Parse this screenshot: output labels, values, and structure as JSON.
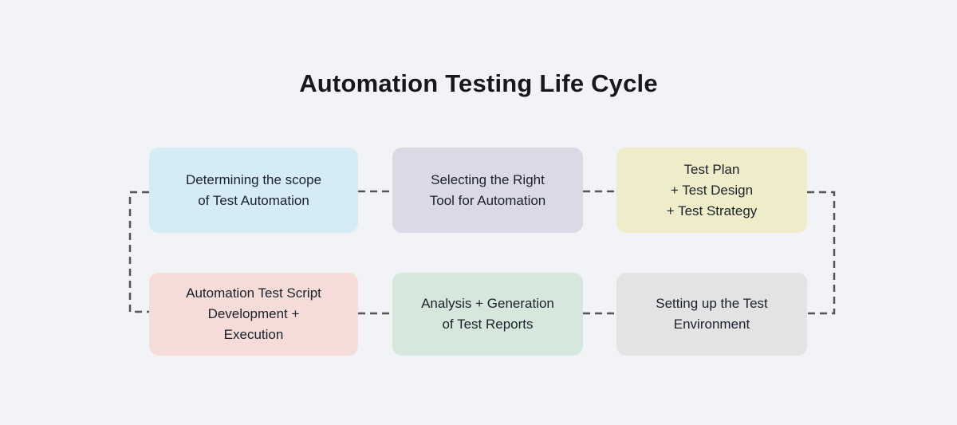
{
  "title": "Automation Testing Life Cycle",
  "colors": {
    "background": "#f2f3f6",
    "connector": "#545454",
    "title_text": "#16181d",
    "step_text": "#1a212b"
  },
  "steps": [
    {
      "id": "determining-scope",
      "lines": [
        "Determining the scope",
        "of Test Automation"
      ],
      "color": "#d6ecf5"
    },
    {
      "id": "selecting-tool",
      "lines": [
        "Selecting the Right",
        "Tool for Automation"
      ],
      "color": "#dcd9e6"
    },
    {
      "id": "plan-design-strategy",
      "lines": [
        "Test Plan",
        "+ Test Design",
        "+ Test Strategy"
      ],
      "color": "#efecca"
    },
    {
      "id": "script-development-execution",
      "lines": [
        "Automation Test Script",
        "Development +",
        "Execution"
      ],
      "color": "#f6dcd8"
    },
    {
      "id": "analysis-reports",
      "lines": [
        "Analysis + Generation",
        "of Test Reports"
      ],
      "color": "#d6e8dd"
    },
    {
      "id": "setup-environment",
      "lines": [
        "Setting up the Test",
        "Environment"
      ],
      "color": "#e3e3e4"
    }
  ]
}
